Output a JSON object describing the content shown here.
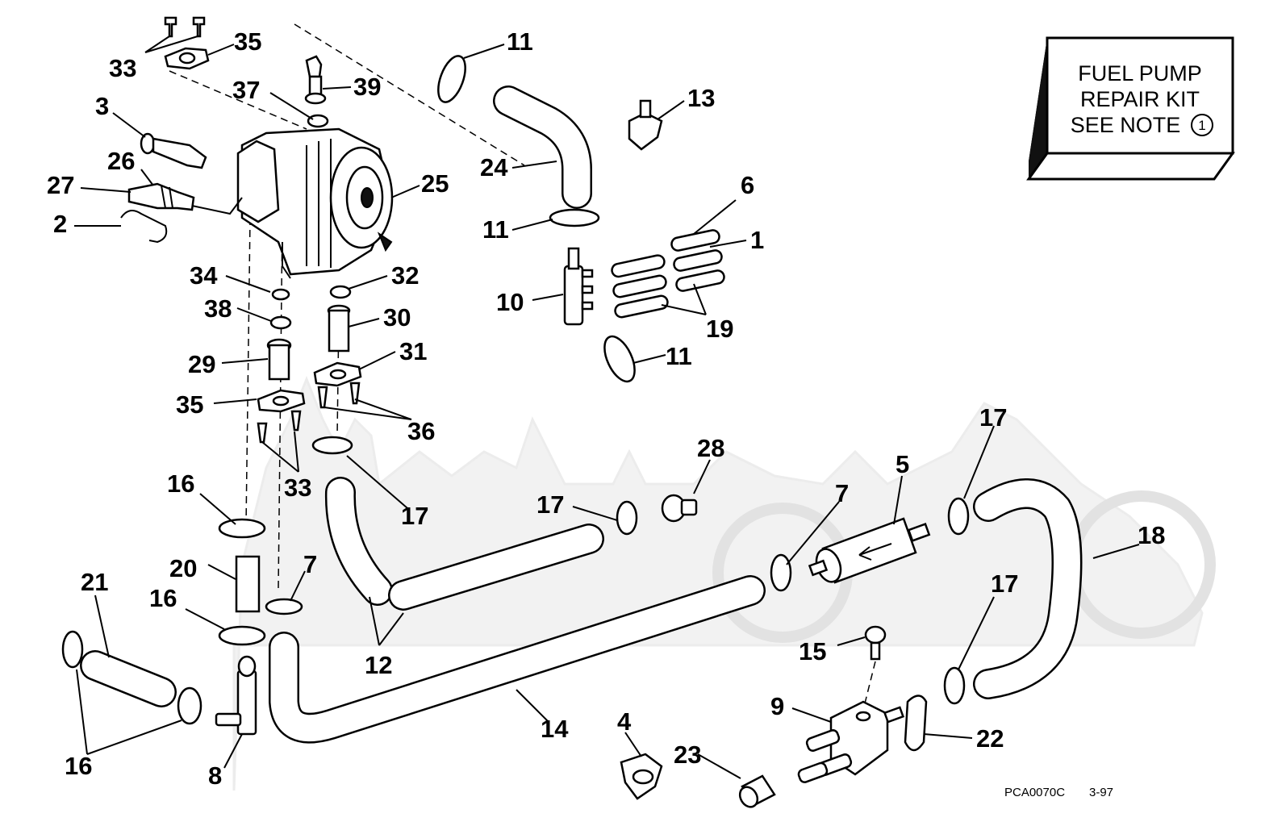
{
  "diagram": {
    "kit_box": {
      "line1": "FUEL PUMP",
      "line2": "REPAIR KIT",
      "line3": "SEE NOTE",
      "note_number": "1"
    },
    "figure_code": "PCA0070C",
    "figure_date": "3-97",
    "callouts": [
      {
        "label": "33"
      },
      {
        "label": "35"
      },
      {
        "label": "37"
      },
      {
        "label": "39"
      },
      {
        "label": "3"
      },
      {
        "label": "26"
      },
      {
        "label": "27"
      },
      {
        "label": "2"
      },
      {
        "label": "25"
      },
      {
        "label": "11"
      },
      {
        "label": "13"
      },
      {
        "label": "24"
      },
      {
        "label": "11"
      },
      {
        "label": "6"
      },
      {
        "label": "1"
      },
      {
        "label": "10"
      },
      {
        "label": "19"
      },
      {
        "label": "11"
      },
      {
        "label": "34"
      },
      {
        "label": "32"
      },
      {
        "label": "38"
      },
      {
        "label": "30"
      },
      {
        "label": "29"
      },
      {
        "label": "31"
      },
      {
        "label": "35"
      },
      {
        "label": "36"
      },
      {
        "label": "33"
      },
      {
        "label": "17"
      },
      {
        "label": "16"
      },
      {
        "label": "20"
      },
      {
        "label": "7"
      },
      {
        "label": "16"
      },
      {
        "label": "21"
      },
      {
        "label": "16"
      },
      {
        "label": "8"
      },
      {
        "label": "12"
      },
      {
        "label": "17"
      },
      {
        "label": "28"
      },
      {
        "label": "14"
      },
      {
        "label": "7"
      },
      {
        "label": "5"
      },
      {
        "label": "17"
      },
      {
        "label": "18"
      },
      {
        "label": "17"
      },
      {
        "label": "15"
      },
      {
        "label": "9"
      },
      {
        "label": "22"
      },
      {
        "label": "4"
      },
      {
        "label": "23"
      }
    ]
  }
}
